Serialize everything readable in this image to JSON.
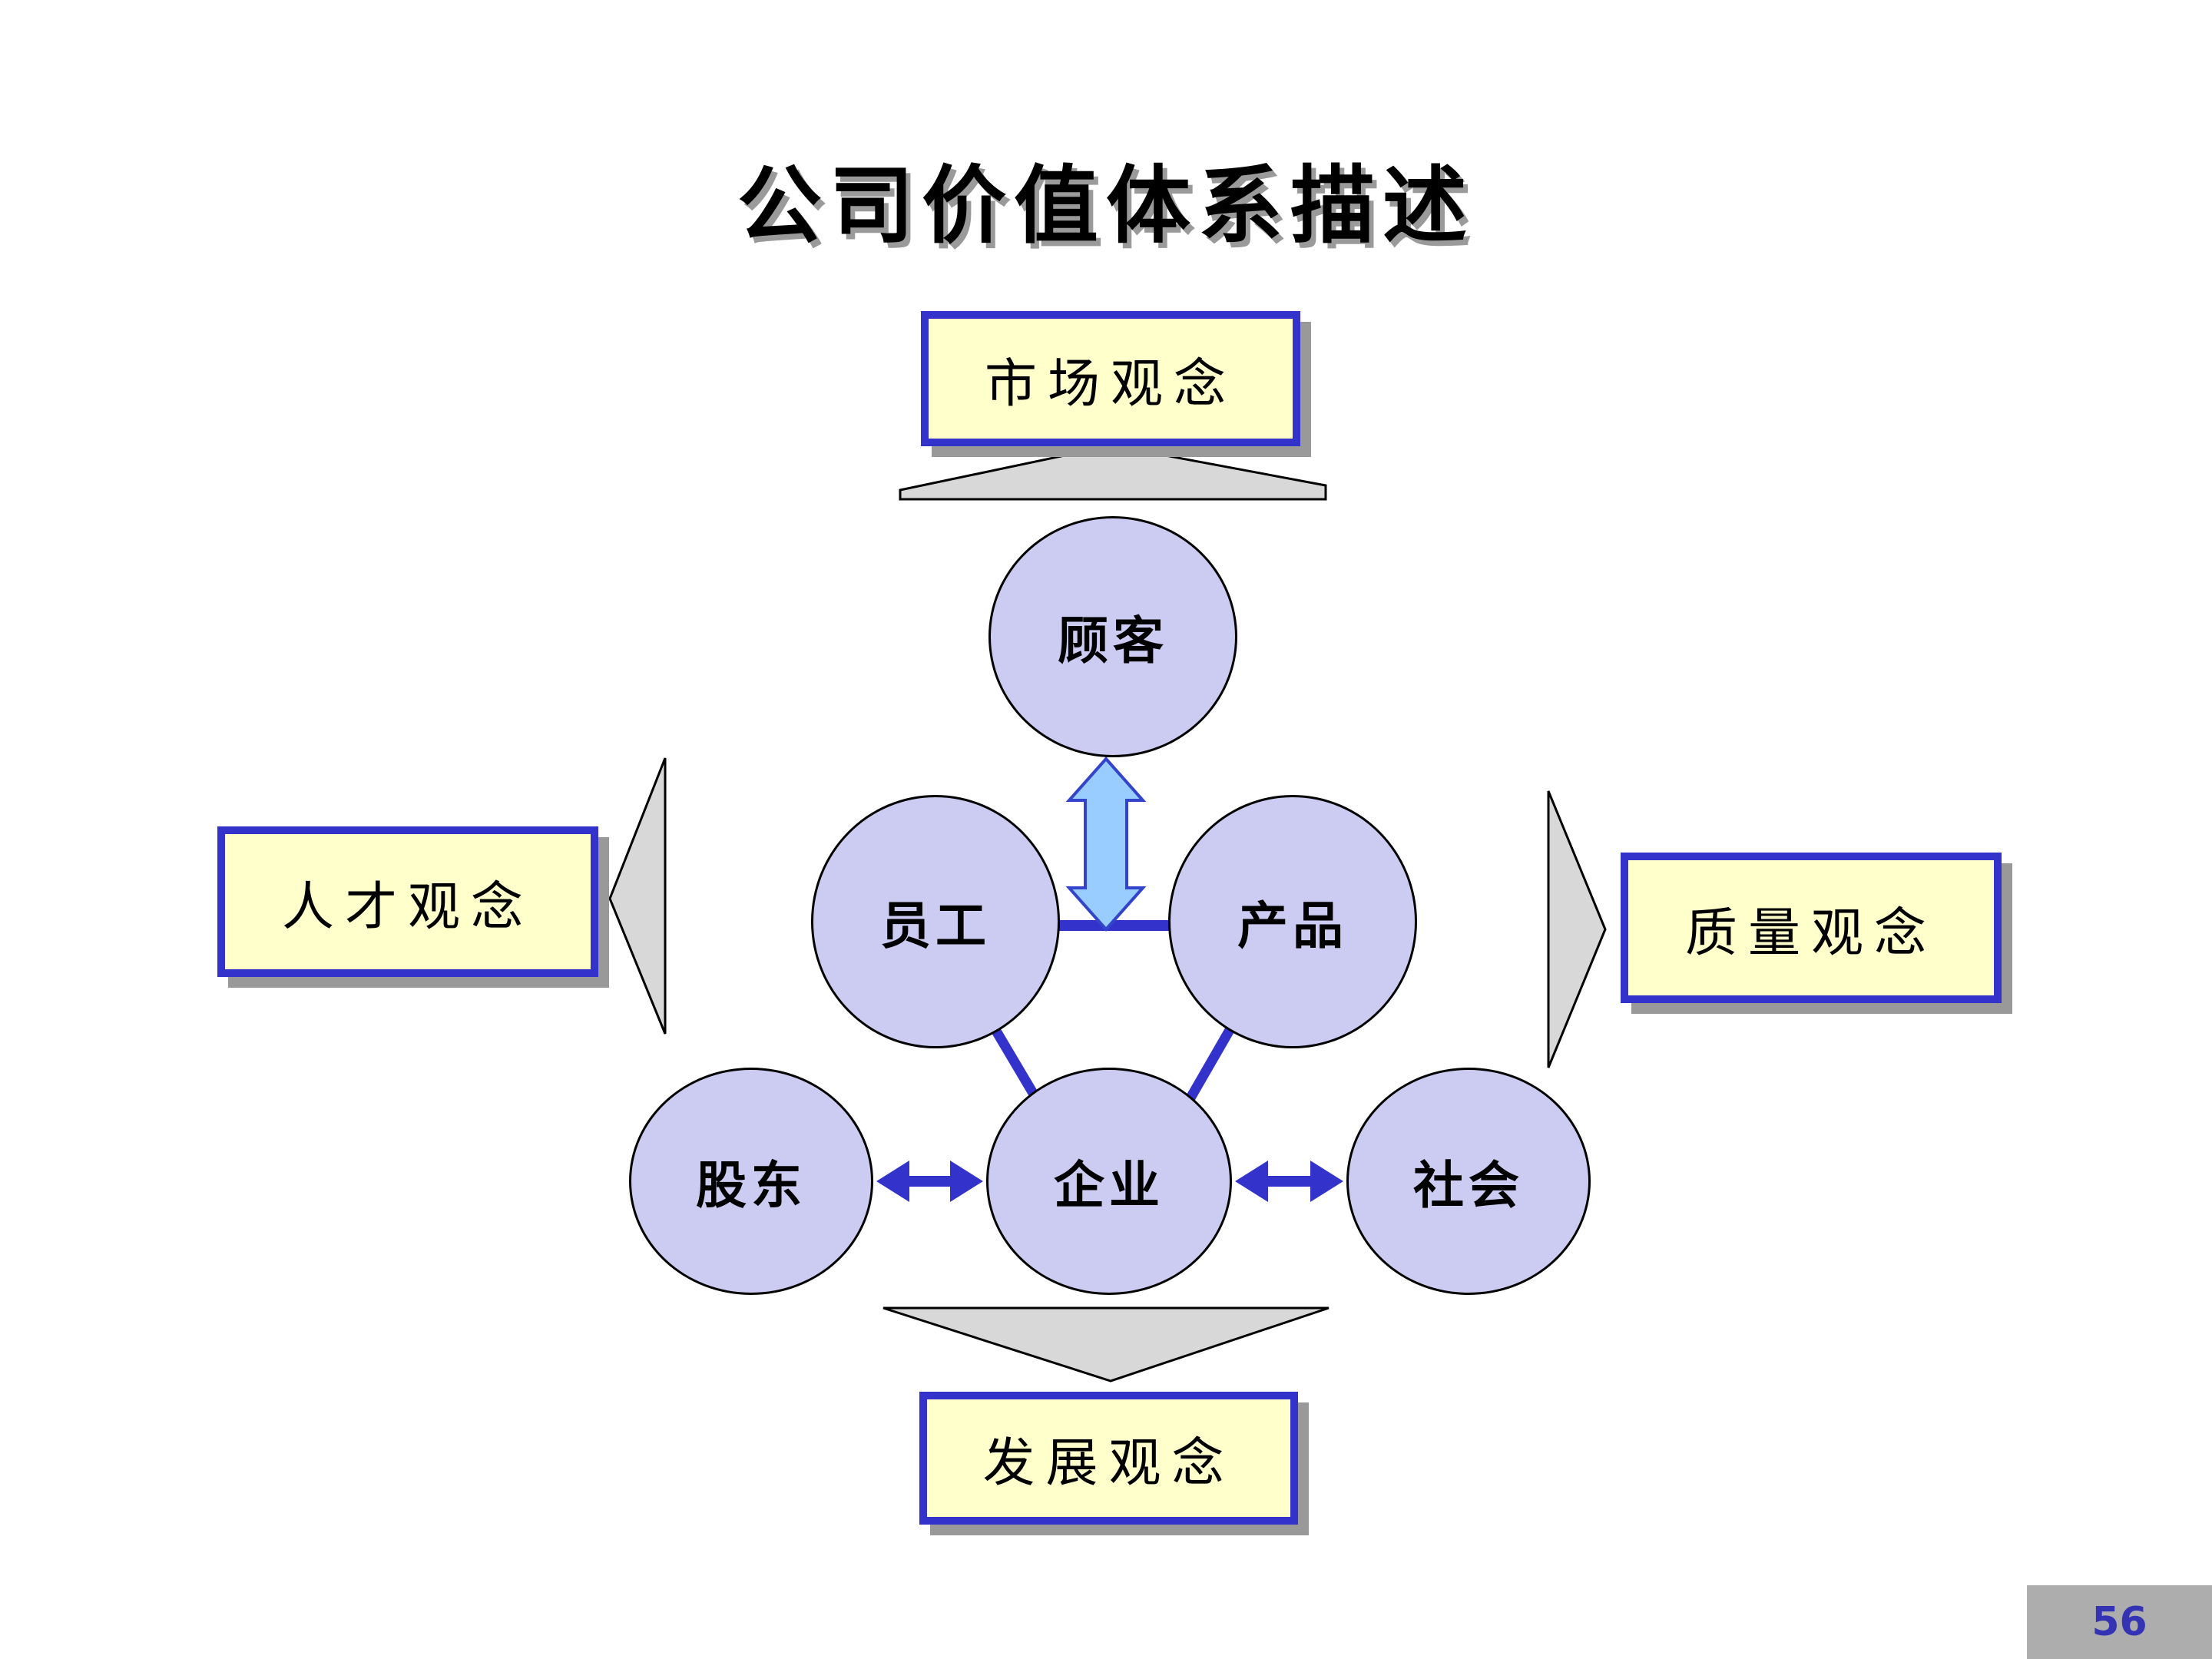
{
  "slide": {
    "title": "公司价值体系描述",
    "page_number": "56"
  },
  "boxes": {
    "market": {
      "label": "市场观念",
      "position": "top"
    },
    "talent": {
      "label": "人才观念",
      "position": "left"
    },
    "quality": {
      "label": "质量观念",
      "position": "right"
    },
    "development": {
      "label": "发展观念",
      "position": "bottom"
    }
  },
  "nodes": {
    "customer": {
      "label": "顾客"
    },
    "employee": {
      "label": "员工"
    },
    "product": {
      "label": "产品"
    },
    "shareholder": {
      "label": "股东"
    },
    "enterprise": {
      "label": "企业"
    },
    "society": {
      "label": "社会"
    }
  },
  "connections": [
    {
      "from": "customer",
      "to": "employee-product-link",
      "style": "light-blue-double-arrow"
    },
    {
      "from": "employee",
      "to": "product",
      "style": "blue-line"
    },
    {
      "from": "employee",
      "to": "enterprise",
      "style": "blue-line"
    },
    {
      "from": "product",
      "to": "enterprise",
      "style": "blue-line"
    },
    {
      "from": "shareholder",
      "to": "enterprise",
      "style": "blue-double-arrow"
    },
    {
      "from": "enterprise",
      "to": "society",
      "style": "blue-double-arrow"
    }
  ],
  "colors": {
    "node_fill": "#ccccf2",
    "node_border": "#000000",
    "box_fill": "#ffffcc",
    "box_border": "#3333cc",
    "box_shadow": "#999999",
    "connector_blue": "#3333cc",
    "double_arrow_fill": "#99ccff",
    "double_arrow_border": "#3344cc",
    "triangle_fill": "#d8d8d8",
    "triangle_border": "#000000",
    "footer_bg": "#adadad",
    "page_number_color": "#3333b3"
  }
}
